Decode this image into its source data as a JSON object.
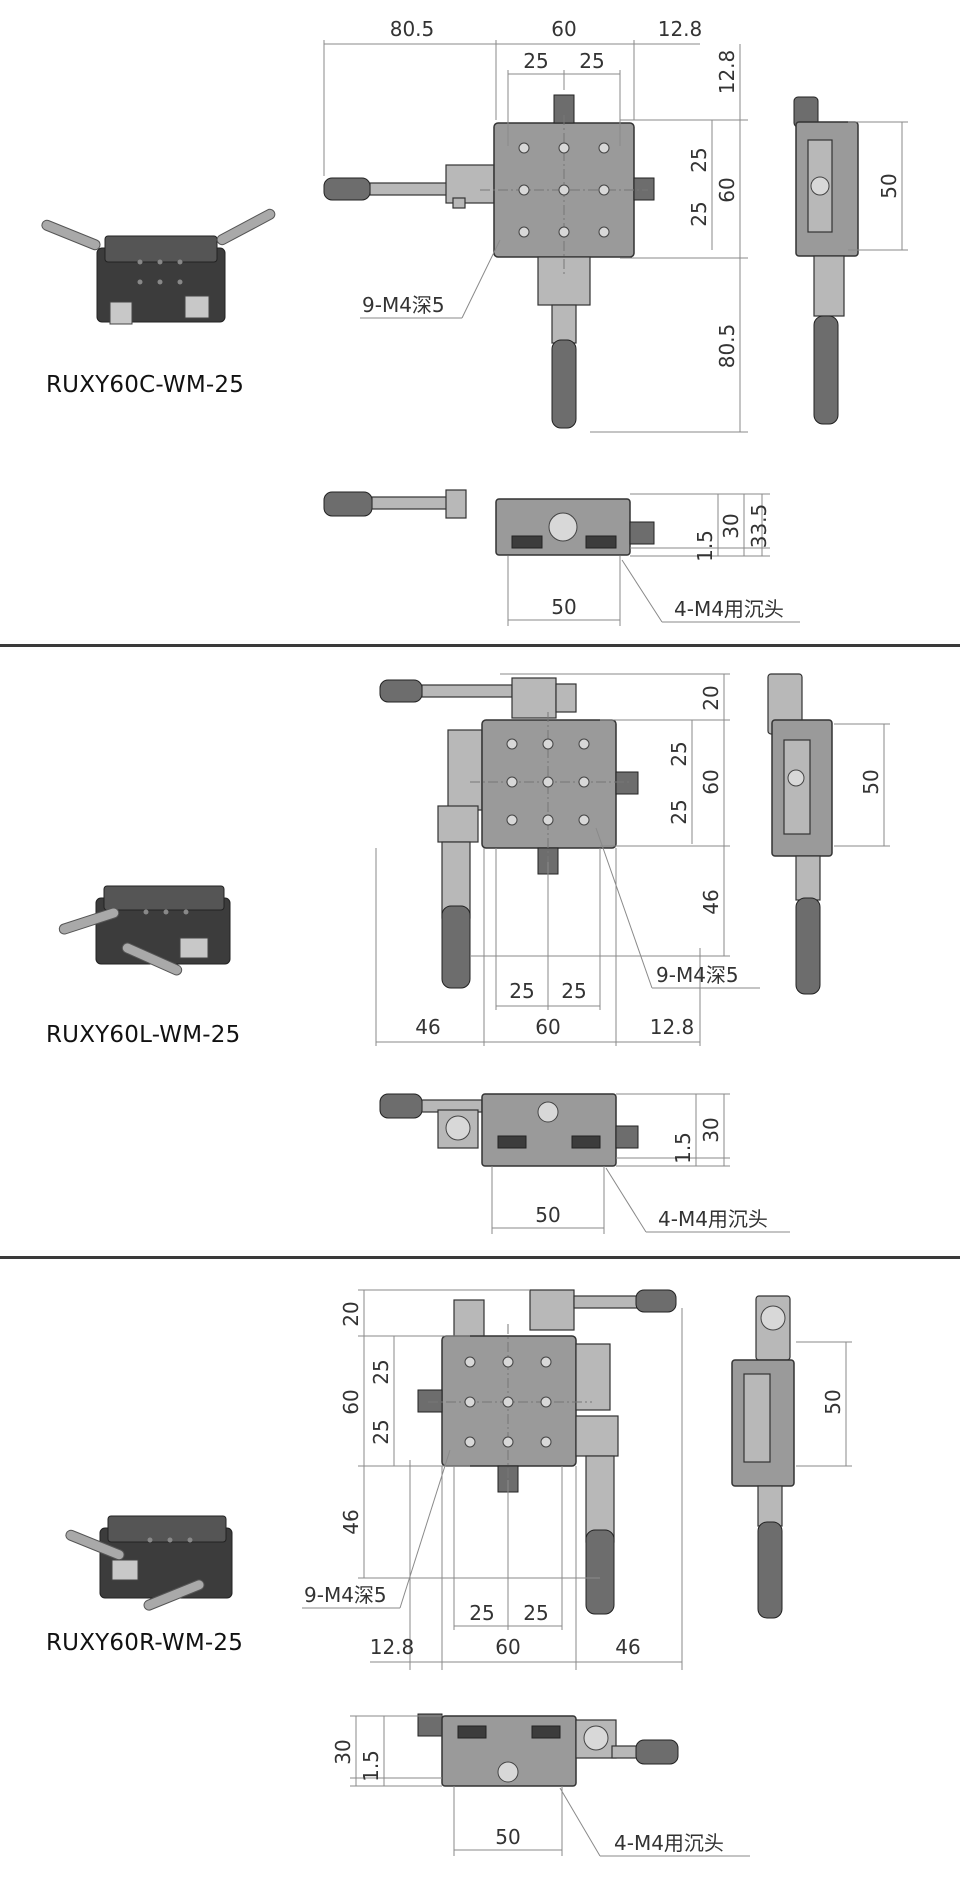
{
  "products": [
    {
      "model": "RUXY60C-WM-25",
      "dims": {
        "top_left": "80.5",
        "top_mid": "60",
        "top_right": "12.8",
        "hole_left": "25",
        "hole_right": "25",
        "right_upper": "12.8",
        "right_a": "25",
        "right_b": "25",
        "right_total": "60",
        "right_lower": "80.5",
        "side_width": "50",
        "holes_note": "9-M4深5",
        "front_h1": "1.5",
        "front_h2": "30",
        "front_h3": "33.5",
        "front_bottom": "50",
        "mount_note": "4-M4用沉头"
      }
    },
    {
      "model": "RUXY60L-WM-25",
      "dims": {
        "right_top": "20",
        "right_a": "25",
        "right_b": "25",
        "right_total": "60",
        "right_lower": "46",
        "side_width": "50",
        "bottom_a": "25",
        "bottom_b": "25",
        "bottom_left": "46",
        "bottom_mid": "60",
        "bottom_right": "12.8",
        "holes_note": "9-M4深5",
        "front_h1": "1.5",
        "front_h2": "30",
        "front_bottom": "50",
        "mount_note": "4-M4用沉头"
      }
    },
    {
      "model": "RUXY60R-WM-25",
      "dims": {
        "left_top": "20",
        "left_a": "25",
        "left_b": "25",
        "left_total": "60",
        "left_lower": "46",
        "side_width": "50",
        "bottom_a": "25",
        "bottom_b": "25",
        "bottom_left": "12.8",
        "bottom_mid": "60",
        "bottom_right": "46",
        "holes_note": "9-M4深5",
        "front_h1": "1.5",
        "front_h2": "30",
        "front_bottom": "50",
        "mount_note": "4-M4用沉头"
      }
    }
  ],
  "colors": {
    "body": "#9a9a9a",
    "dark": "#3c3c3c",
    "divider": "#3a3a3a",
    "dimension_line": "#8a8a8a"
  }
}
